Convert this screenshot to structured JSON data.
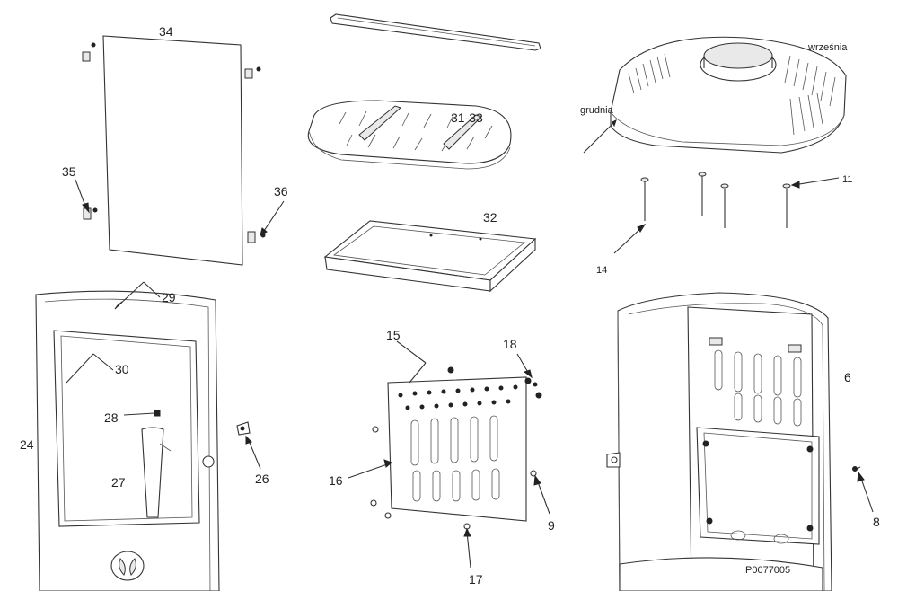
{
  "labels": {
    "p34": "34",
    "p35": "35",
    "p36": "36",
    "p31_33": "31-33",
    "p32": "32",
    "wrzesnia": "września",
    "grudnia": "grudnia",
    "p11": "11",
    "p14": "14",
    "p29": "29",
    "p30": "30",
    "p28": "28",
    "p27": "27",
    "p24": "24",
    "p26": "26",
    "p15": "15",
    "p18": "18",
    "p16": "16",
    "p9": "9",
    "p17": "17",
    "p6": "6",
    "p8": "8",
    "plate_code": "P0077005"
  }
}
